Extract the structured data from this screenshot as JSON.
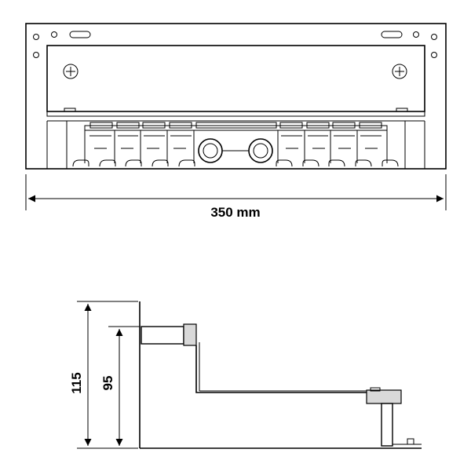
{
  "front_view": {
    "width_label": "350 mm"
  },
  "side_view": {
    "height_outer_label": "115",
    "height_inner_label": "95"
  }
}
